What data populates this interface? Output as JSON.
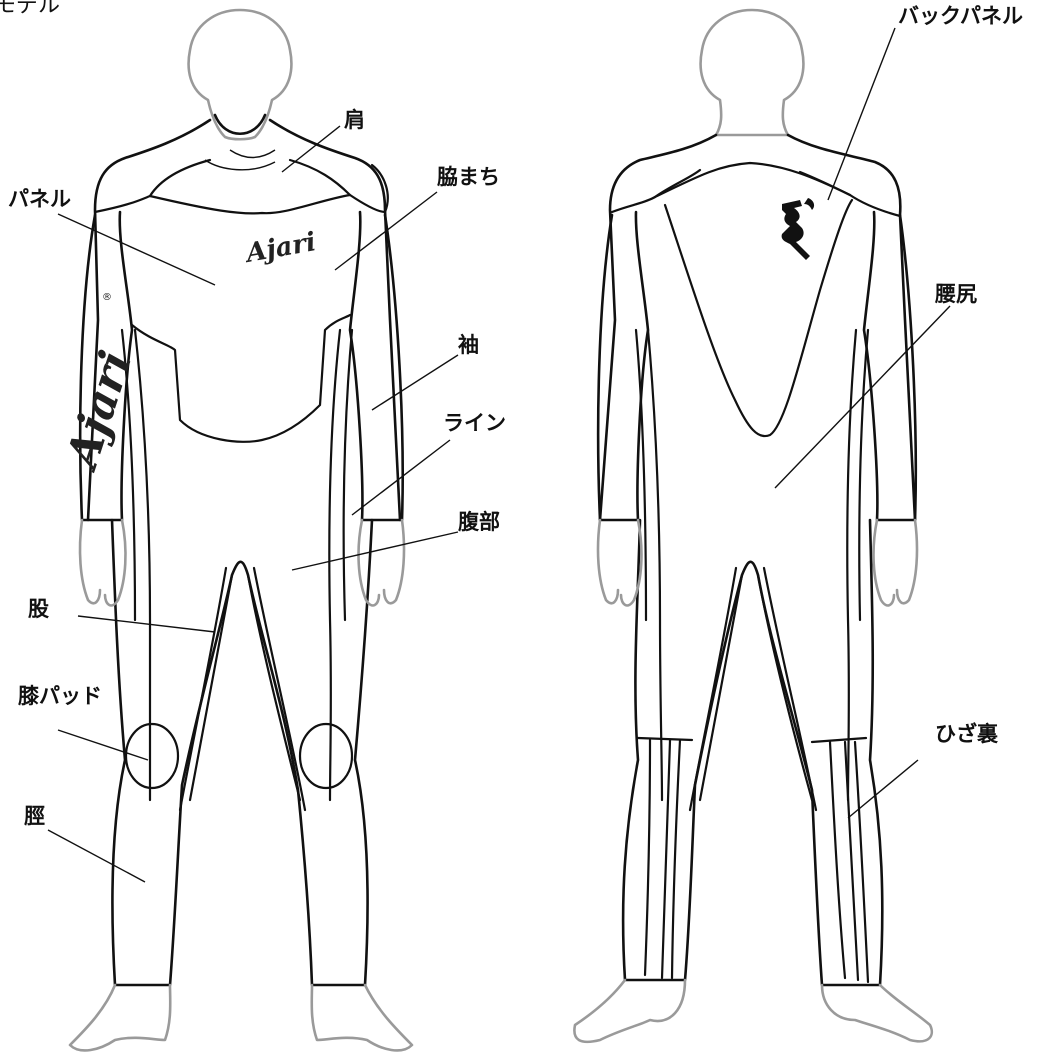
{
  "title": "モデル",
  "front": {
    "labels": {
      "shoulder": "肩",
      "panel": "パネル",
      "side_gusset": "脇まち",
      "sleeve": "袖",
      "line": "ライン",
      "abdomen": "腹部",
      "crotch": "股",
      "knee_pad": "膝パッド",
      "shin": "脛"
    },
    "chest_logo": "Ajari",
    "sleeve_logo": "Ajari",
    "registered_mark": "®"
  },
  "back": {
    "labels": {
      "back_panel": "バックパネル",
      "waist_hip": "腰尻",
      "back_of_knee": "ひざ裏"
    },
    "emblem_icon": "sanskrit-emblem-icon"
  }
}
